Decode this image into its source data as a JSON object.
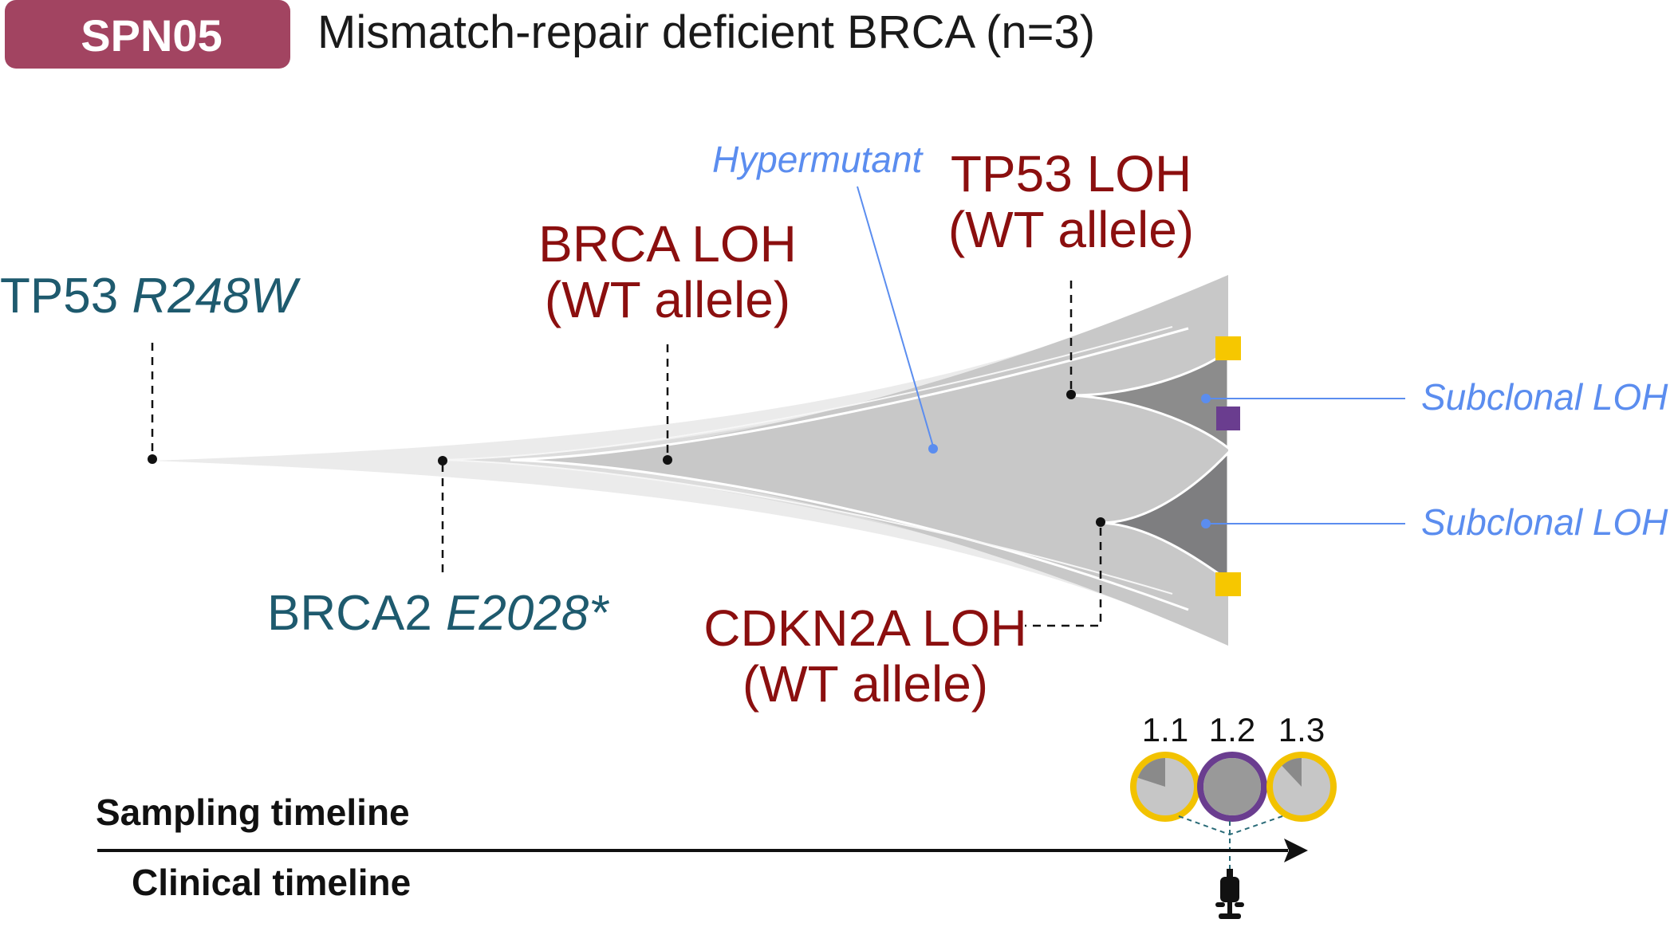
{
  "header": {
    "badge": "SPN05",
    "title": "Mismatch-repair deficient BRCA (n=3)",
    "badge_color": "#a24461"
  },
  "events": {
    "tp53_gene": "TP53",
    "tp53_variant": "R248W",
    "brca2_gene": "BRCA2",
    "brca2_variant": "E2028*",
    "brca_loh_line1": "BRCA LOH",
    "brca_loh_line2": "(WT allele)",
    "tp53_loh_line1": "TP53 LOH",
    "tp53_loh_line2": "(WT allele)",
    "cdkn2a_loh_line1": "CDKN2A LOH",
    "cdkn2a_loh_line2": "(WT allele)"
  },
  "annotations": {
    "hypermutant": "Hypermutant",
    "subclonal_loh_top": "Subclonal LOH",
    "subclonal_loh_bottom": "Subclonal LOH"
  },
  "samples": [
    {
      "label": "1.1",
      "ring_color": "#f2c200",
      "dark_fraction": 0.2
    },
    {
      "label": "1.2",
      "ring_color": "#6a3d8f",
      "dark_fraction": 1.0
    },
    {
      "label": "1.3",
      "ring_color": "#f2c200",
      "dark_fraction": 0.12
    }
  ],
  "timeline": {
    "sampling_label": "Sampling timeline",
    "clinical_label": "Clinical timeline"
  },
  "colors": {
    "driver_text": "#1e5a6e",
    "loh_text": "#8b0f0f",
    "annotation_blue": "#5b8def",
    "clone_light": "#ebebeb",
    "clone_mid": "#c8c8c8",
    "clone_dark": "#8c8c8c",
    "marker_yellow": "#f6c700",
    "marker_purple": "#6a3d8f"
  }
}
